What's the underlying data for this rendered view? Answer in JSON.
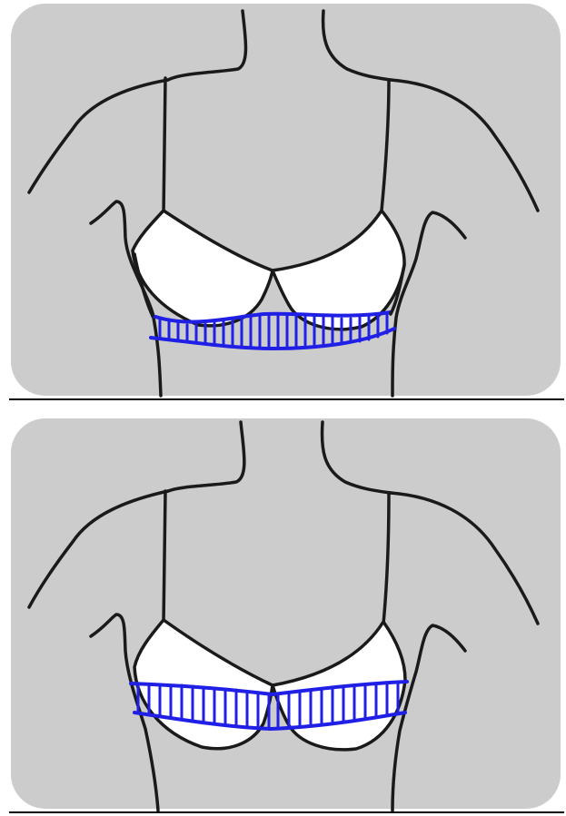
{
  "colors": {
    "background_box": "#cccccc",
    "outline": "#1a1a1a",
    "cup_fill": "#ffffff",
    "band_hatch": "#1f1fe6",
    "divider": "#000000"
  },
  "panels": [
    {
      "id": "top",
      "band_position": "below-cups"
    },
    {
      "id": "bottom",
      "band_position": "across-cups"
    }
  ]
}
